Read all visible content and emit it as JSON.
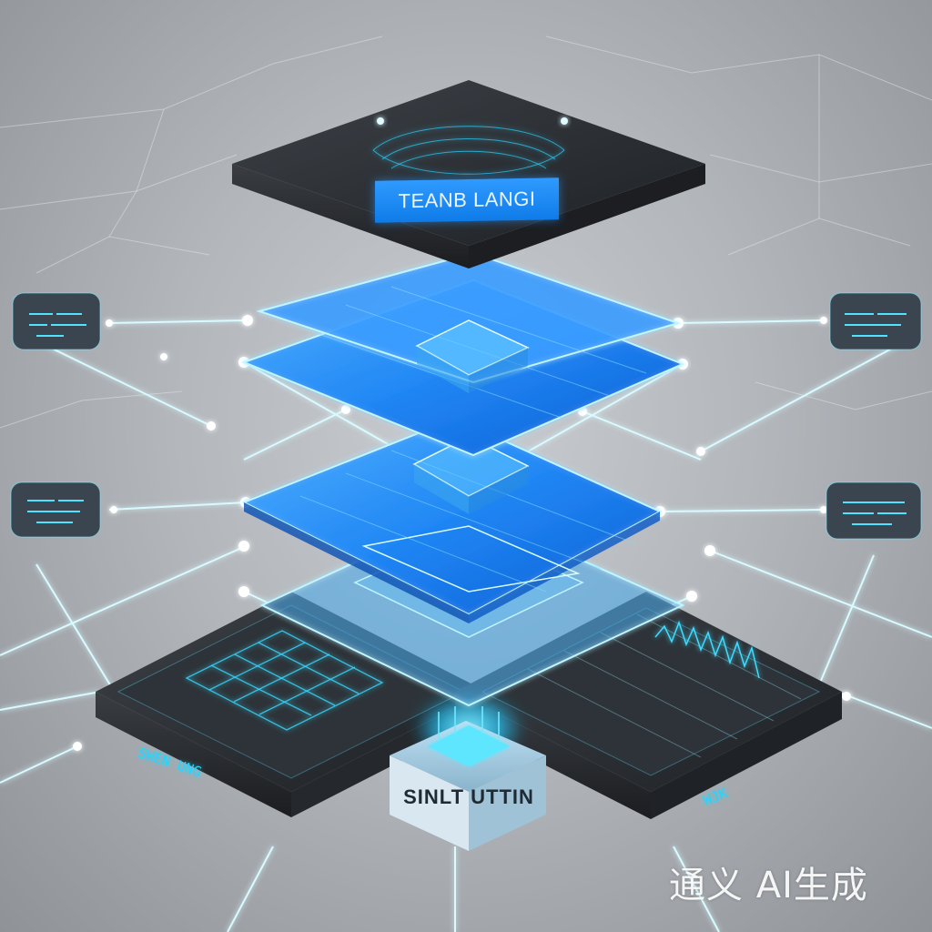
{
  "labels": {
    "top_layer": "TEANB LANGI",
    "core_base": "SINLT UTTIN",
    "left_platform": "SWEN UNG",
    "right_platform": "WJK"
  },
  "watermark": "通义 AI生成",
  "colors": {
    "background": "#b3b7bc",
    "glow_blue": "#1e90ff",
    "cyan_line": "#bff6ff",
    "dark_slab": "#2b2e33",
    "label_fill": "#1a86f2"
  }
}
